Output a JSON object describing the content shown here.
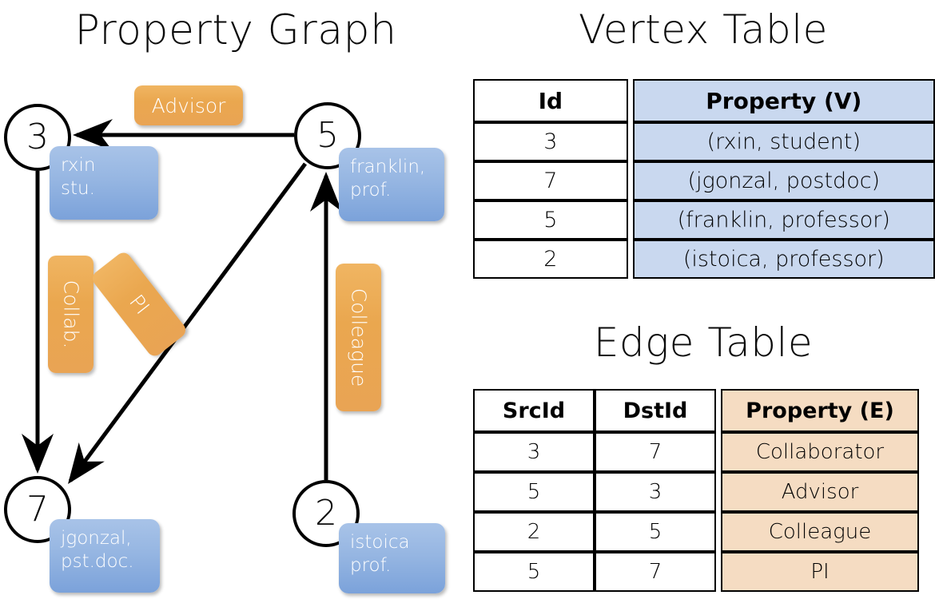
{
  "titles": {
    "property_graph": "Property Graph",
    "vertex_table": "Vertex Table",
    "edge_table": "Edge Table"
  },
  "graph": {
    "nodes": [
      {
        "id": "3",
        "property_lines": [
          "rxin",
          "stu."
        ]
      },
      {
        "id": "5",
        "property_lines": [
          "franklin,",
          "prof."
        ]
      },
      {
        "id": "7",
        "property_lines": [
          "jgonzal,",
          "pst.doc."
        ]
      },
      {
        "id": "2",
        "property_lines": [
          "istoica",
          "prof."
        ]
      }
    ],
    "edge_labels": [
      {
        "name": "advisor-label",
        "text": "Advisor"
      },
      {
        "name": "collab-label",
        "text": "Collab."
      },
      {
        "name": "pi-label",
        "text": "PI"
      },
      {
        "name": "colleague-label",
        "text": "Colleague"
      }
    ],
    "colors": {
      "vertex_bubble": "#8fb0de",
      "edge_bubble": "#eaa74f",
      "node_stroke": "#000000",
      "edge_stroke": "#000000"
    }
  },
  "vertex_table": {
    "headers": [
      "Id",
      "Property (V)"
    ],
    "rows": [
      [
        "3",
        "(rxin, student)"
      ],
      [
        "7",
        "(jgonzal, postdoc)"
      ],
      [
        "5",
        "(franklin, professor)"
      ],
      [
        "2",
        "(istoica, professor)"
      ]
    ],
    "property_fill": "#c9d8ef"
  },
  "edge_table": {
    "headers": [
      "SrcId",
      "DstId",
      "Property (E)"
    ],
    "rows": [
      [
        "3",
        "7",
        "Collaborator"
      ],
      [
        "5",
        "3",
        "Advisor"
      ],
      [
        "2",
        "5",
        "Colleague"
      ],
      [
        "5",
        "7",
        "PI"
      ]
    ],
    "property_fill": "#f5dcc2"
  }
}
